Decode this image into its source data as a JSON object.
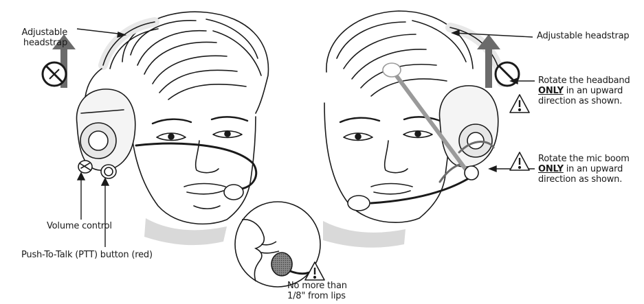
{
  "labels": {
    "adjustable_left": "Adjustable headstrap",
    "adjustable_left_line1": "Adjustable",
    "adjustable_left_line2": "headstrap",
    "adjustable_right": "Adjustable headstrap",
    "rotate_headband": {
      "line1": "Rotate the headband",
      "line2_bold": "ONLY",
      "line2_rest": " in an upward",
      "line3": "direction as shown."
    },
    "rotate_micboom": {
      "line1": "Rotate the mic boom",
      "line2_bold": "ONLY",
      "line2_rest": " in an upward",
      "line3": "direction as shown."
    },
    "volume_control": "Volume control",
    "ptt_button": "Push-To-Talk (PTT) button (red)",
    "mic_distance_line1": "No more than",
    "mic_distance_line2": "1/8\" from lips"
  },
  "icons": {
    "warning": "warning-triangle-icon",
    "no_rotate": "prohibited-rotation-icon",
    "arrow_up": "upward-arrow-icon"
  },
  "colors": {
    "ink": "#1a1a1a",
    "arrow_gray": "#6b6b6b",
    "shade": "#d9d9d9"
  }
}
